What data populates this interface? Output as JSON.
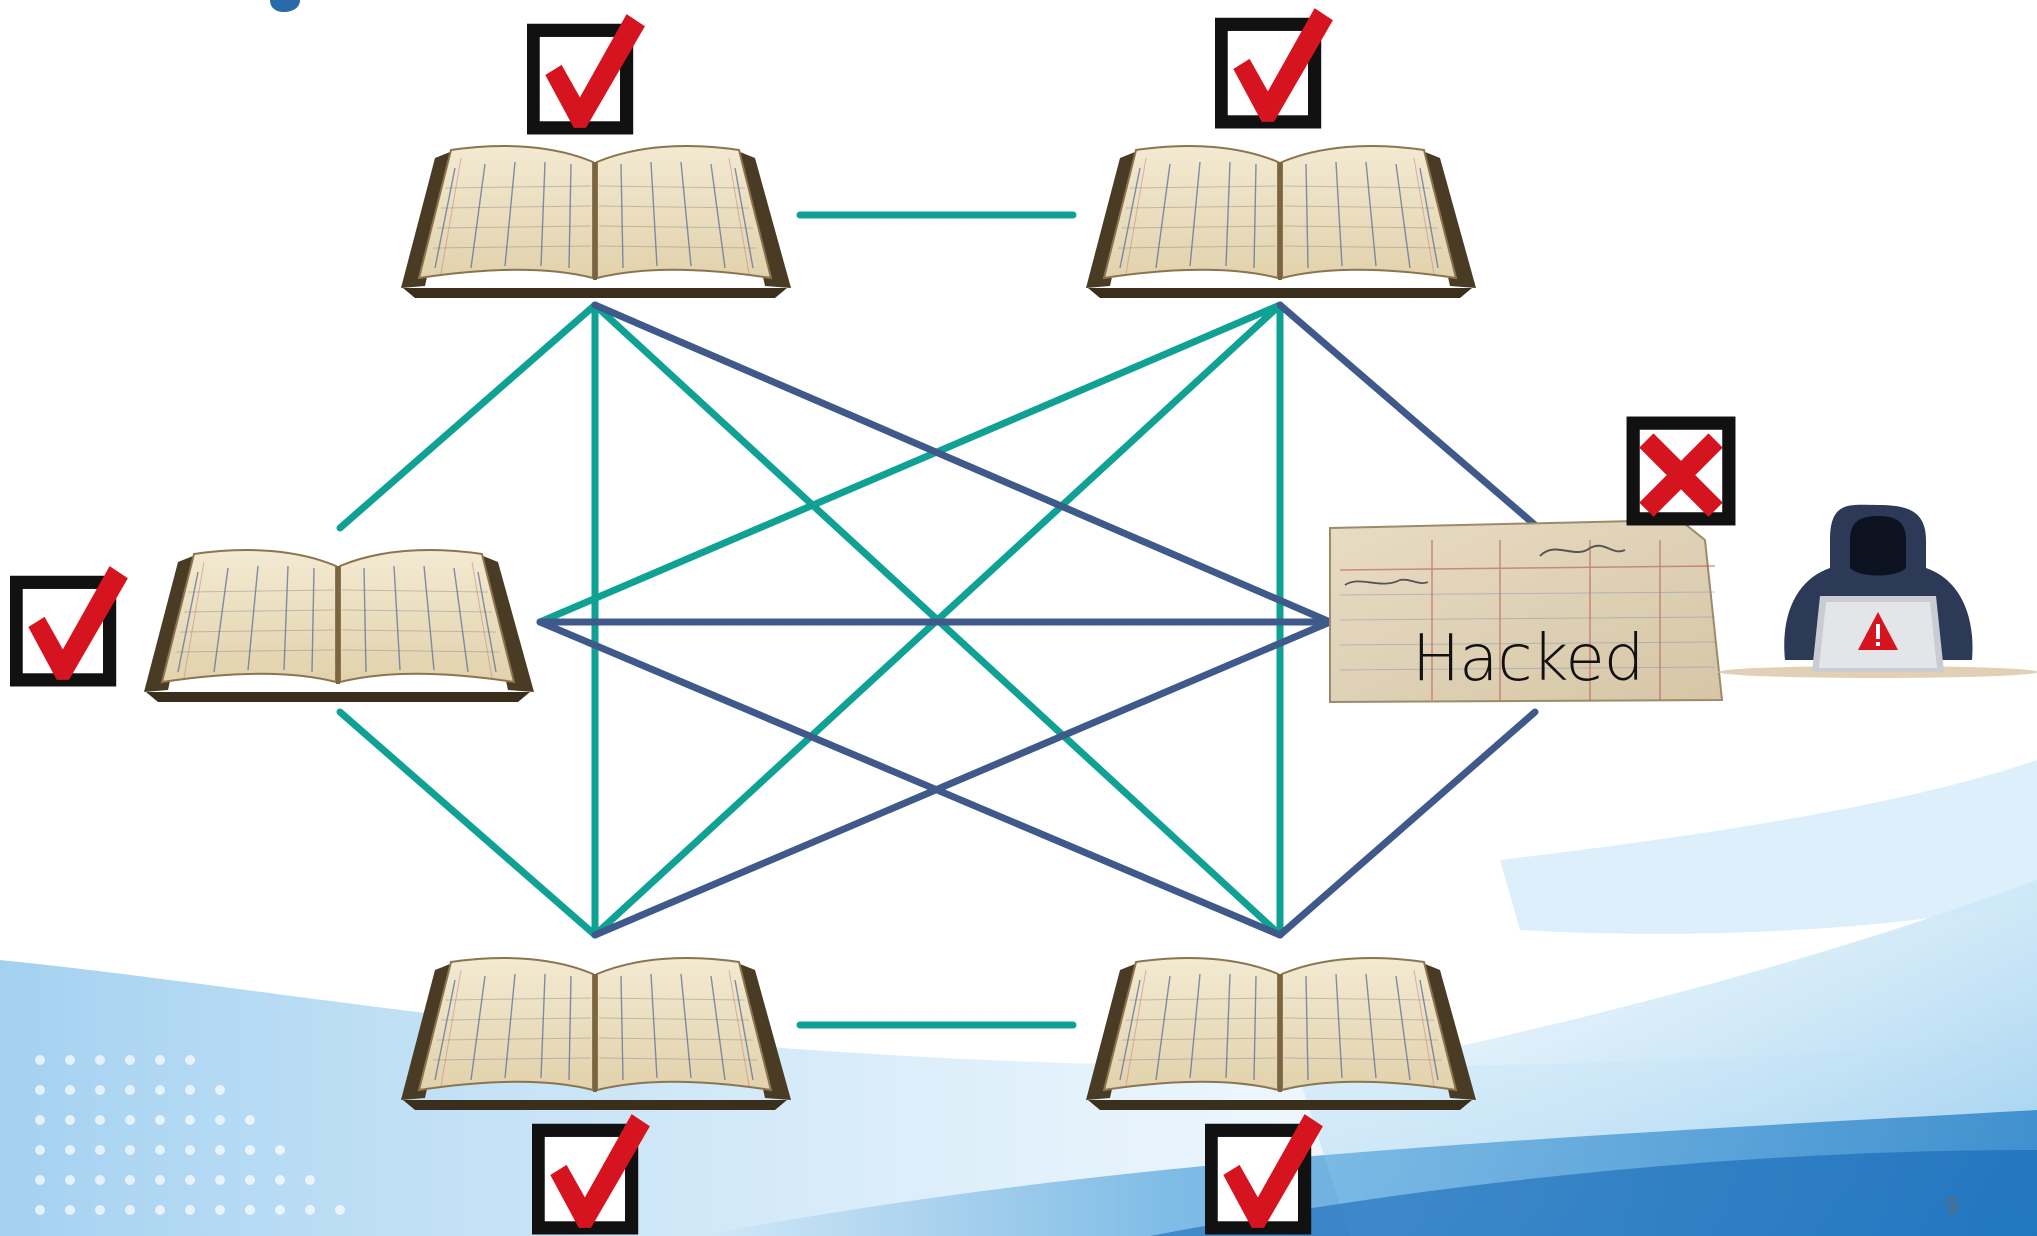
{
  "diagram": {
    "hacked_label": "Hacked",
    "slide_number": "9",
    "colors": {
      "teal_link": "#0fa294",
      "navy_link": "#3f5a8a",
      "check_red": "#d5141f",
      "box_black": "#111111"
    },
    "nodes": [
      {
        "id": "top-left",
        "status": "valid"
      },
      {
        "id": "top-right",
        "status": "valid"
      },
      {
        "id": "middle-left",
        "status": "valid"
      },
      {
        "id": "middle-right",
        "status": "hacked"
      },
      {
        "id": "bottom-left",
        "status": "valid"
      },
      {
        "id": "bottom-right",
        "status": "valid"
      }
    ],
    "hacker_icon": "hooded-hacker-laptop-warning-icon"
  }
}
